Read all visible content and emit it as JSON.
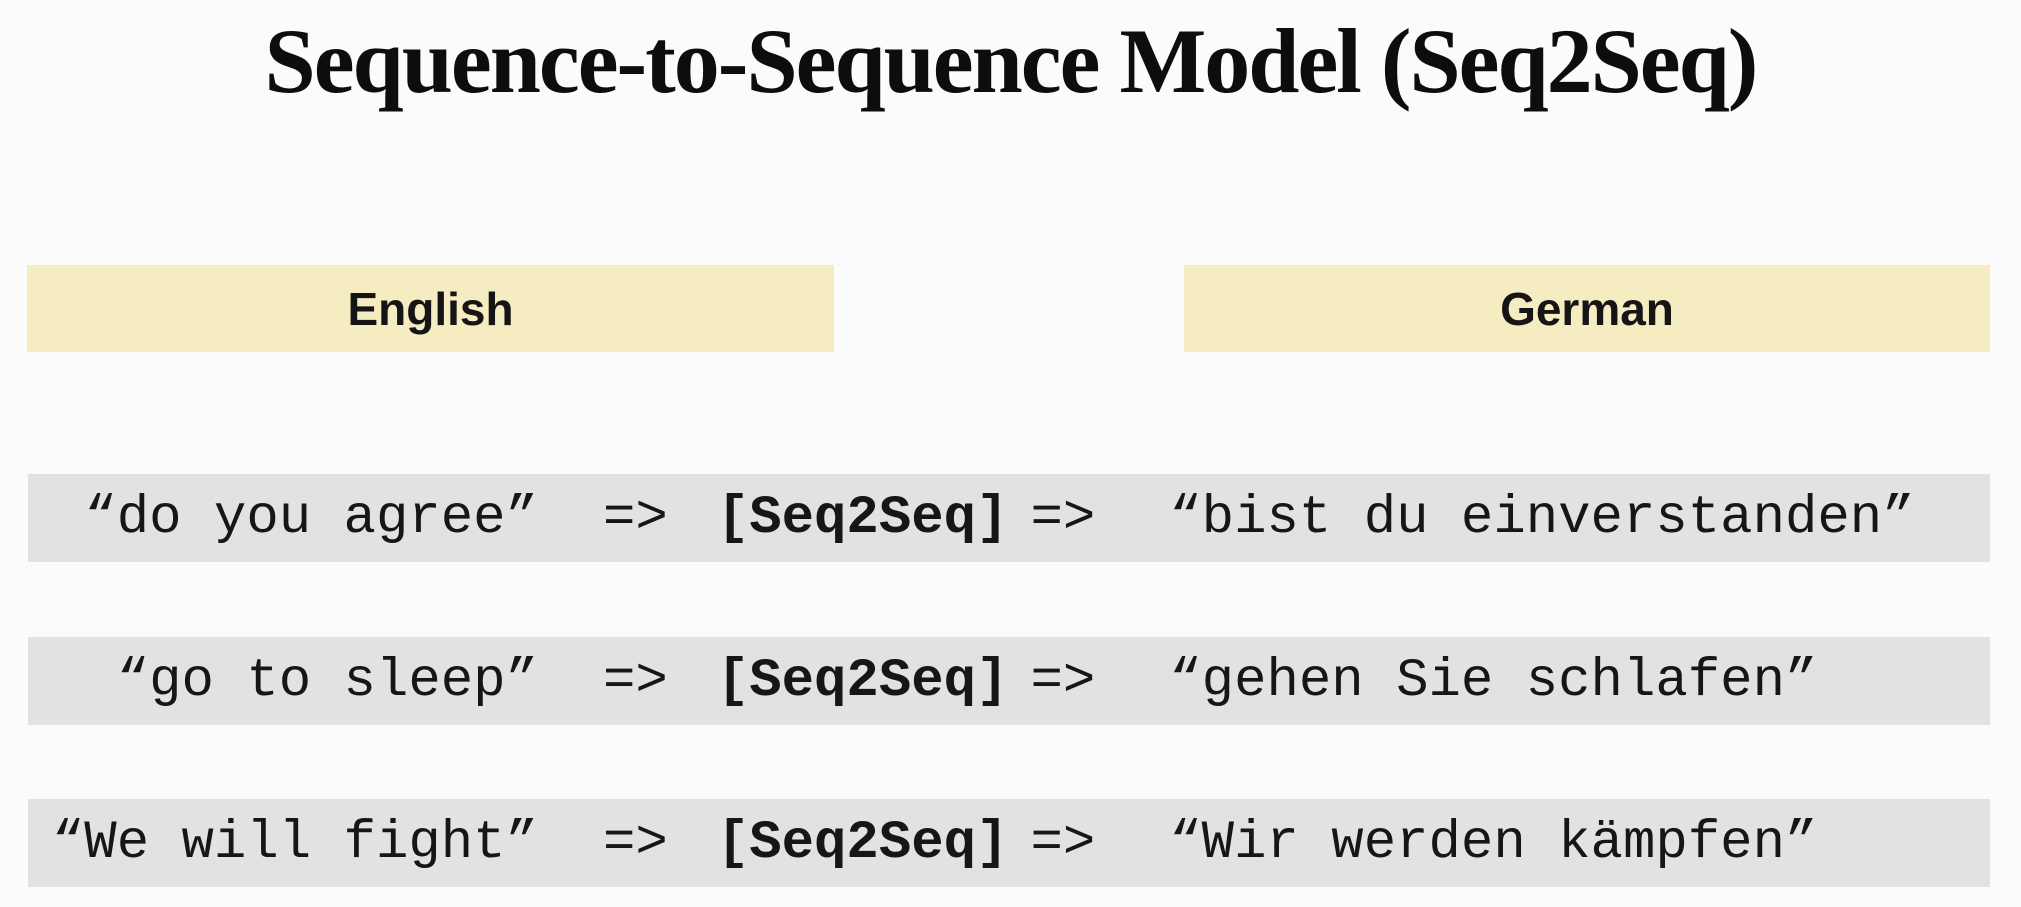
{
  "title": "Sequence-to-Sequence Model (Seq2Seq)",
  "columns": {
    "source": "English",
    "target": "German"
  },
  "labels": {
    "arrow": "=>",
    "model": "[Seq2Seq]"
  },
  "rows": [
    {
      "english": "“do you agree”",
      "german": "“bist du einverstanden”"
    },
    {
      "english": "“go to sleep”",
      "german": "“gehen Sie schlafen”"
    },
    {
      "english": "“We will fight”",
      "german": "“Wir werden kämpfen”"
    }
  ],
  "colors": {
    "page_bg": "#fbfbfc",
    "header_bg": "#f6ecc2",
    "row_bg": "#e3e2e2",
    "text": "#131313"
  }
}
